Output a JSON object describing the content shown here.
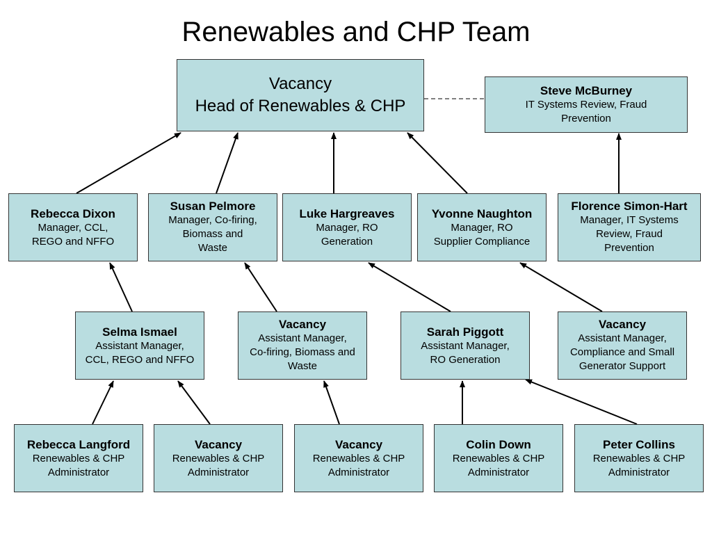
{
  "title": "Renewables and CHP Team",
  "nodes": [
    {
      "id": "head",
      "name": "Vacancy",
      "role": [
        "Head of Renewables & CHP"
      ]
    },
    {
      "id": "steve",
      "name": "Steve McBurney",
      "role": [
        "IT Systems Review, Fraud",
        "Prevention"
      ]
    },
    {
      "id": "rebecca-dixon",
      "name": "Rebecca Dixon",
      "role": [
        "Manager, CCL,",
        "REGO and NFFO"
      ]
    },
    {
      "id": "susan",
      "name": "Susan Pelmore",
      "role": [
        "Manager, Co-firing,",
        "Biomass and",
        "Waste"
      ]
    },
    {
      "id": "luke",
      "name": "Luke Hargreaves",
      "role": [
        "Manager, RO",
        "Generation"
      ]
    },
    {
      "id": "yvonne",
      "name": "Yvonne Naughton",
      "role": [
        "Manager, RO",
        "Supplier Compliance"
      ]
    },
    {
      "id": "florence",
      "name": "Florence Simon-Hart",
      "role": [
        "Manager, IT Systems",
        "Review, Fraud",
        "Prevention"
      ]
    },
    {
      "id": "selma",
      "name": "Selma Ismael",
      "role": [
        "Assistant Manager,",
        "CCL, REGO and NFFO"
      ]
    },
    {
      "id": "vacancy-cofiring",
      "name": "Vacancy",
      "role": [
        "Assistant Manager,",
        "Co-firing, Biomass and",
        "Waste"
      ]
    },
    {
      "id": "sarah",
      "name": "Sarah Piggott",
      "role": [
        "Assistant Manager,",
        "RO Generation"
      ]
    },
    {
      "id": "vacancy-compliance",
      "name": "Vacancy",
      "role": [
        "Assistant Manager,",
        "Compliance and Small",
        "Generator Support"
      ]
    },
    {
      "id": "rebecca-langford",
      "name": "Rebecca Langford",
      "role": [
        "Renewables & CHP",
        "Administrator"
      ]
    },
    {
      "id": "vacancy-admin-1",
      "name": "Vacancy",
      "role": [
        "Renewables & CHP",
        "Administrator"
      ]
    },
    {
      "id": "vacancy-admin-2",
      "name": "Vacancy",
      "role": [
        "Renewables & CHP",
        "Administrator"
      ]
    },
    {
      "id": "colin",
      "name": "Colin Down",
      "role": [
        "Renewables & CHP",
        "Administrator"
      ]
    },
    {
      "id": "peter",
      "name": "Peter Collins",
      "role": [
        "Renewables & CHP",
        "Administrator"
      ]
    }
  ],
  "links": [
    {
      "from": "rebecca-dixon",
      "to": "head",
      "style": "arrow"
    },
    {
      "from": "susan",
      "to": "head",
      "style": "arrow"
    },
    {
      "from": "luke",
      "to": "head",
      "style": "arrow"
    },
    {
      "from": "yvonne",
      "to": "head",
      "style": "arrow"
    },
    {
      "from": "florence",
      "to": "steve",
      "style": "arrow"
    },
    {
      "from": "head",
      "to": "steve",
      "style": "dashed"
    },
    {
      "from": "selma",
      "to": "rebecca-dixon",
      "style": "arrow"
    },
    {
      "from": "vacancy-cofiring",
      "to": "susan",
      "style": "arrow"
    },
    {
      "from": "sarah",
      "to": "luke",
      "style": "arrow"
    },
    {
      "from": "vacancy-compliance",
      "to": "yvonne",
      "style": "arrow"
    },
    {
      "from": "rebecca-langford",
      "to": "selma",
      "style": "arrow"
    },
    {
      "from": "vacancy-admin-1",
      "to": "selma",
      "style": "arrow"
    },
    {
      "from": "vacancy-admin-2",
      "to": "vacancy-cofiring",
      "style": "arrow"
    },
    {
      "from": "colin",
      "to": "sarah",
      "style": "arrow"
    },
    {
      "from": "peter",
      "to": "sarah",
      "style": "arrow"
    }
  ]
}
